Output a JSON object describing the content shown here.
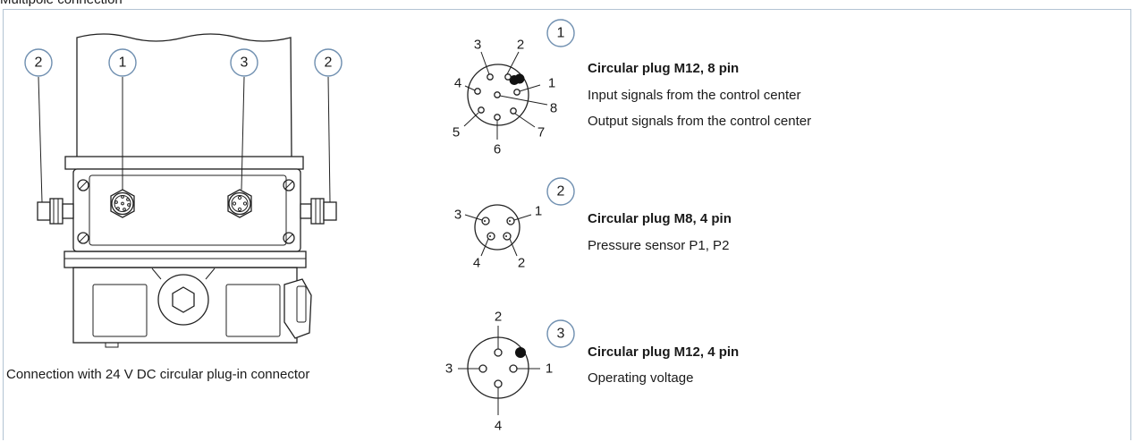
{
  "title": "Multipole connection",
  "device": {
    "caption": "Connection with 24 V DC circular plug-in connector",
    "callouts": [
      "2",
      "1",
      "3",
      "2"
    ]
  },
  "plugs": [
    {
      "badge": "1",
      "name": "Circular plug M12, 8 pin",
      "descriptions": [
        "Input signals from the control center",
        "Output signals from the control center"
      ],
      "pins": [
        "1",
        "2",
        "3",
        "4",
        "5",
        "6",
        "7",
        "8"
      ]
    },
    {
      "badge": "2",
      "name": "Circular plug M8, 4 pin",
      "descriptions": [
        "Pressure sensor P1, P2"
      ],
      "pins": [
        "1",
        "2",
        "3",
        "4"
      ]
    },
    {
      "badge": "3",
      "name": "Circular plug M12, 4 pin",
      "descriptions": [
        "Operating voltage"
      ],
      "pins": [
        "1",
        "2",
        "3",
        "4"
      ]
    }
  ],
  "colors": {
    "callout_border": "#6f8fb0",
    "panel_border": "#b3c3d3",
    "line": "#222222"
  }
}
